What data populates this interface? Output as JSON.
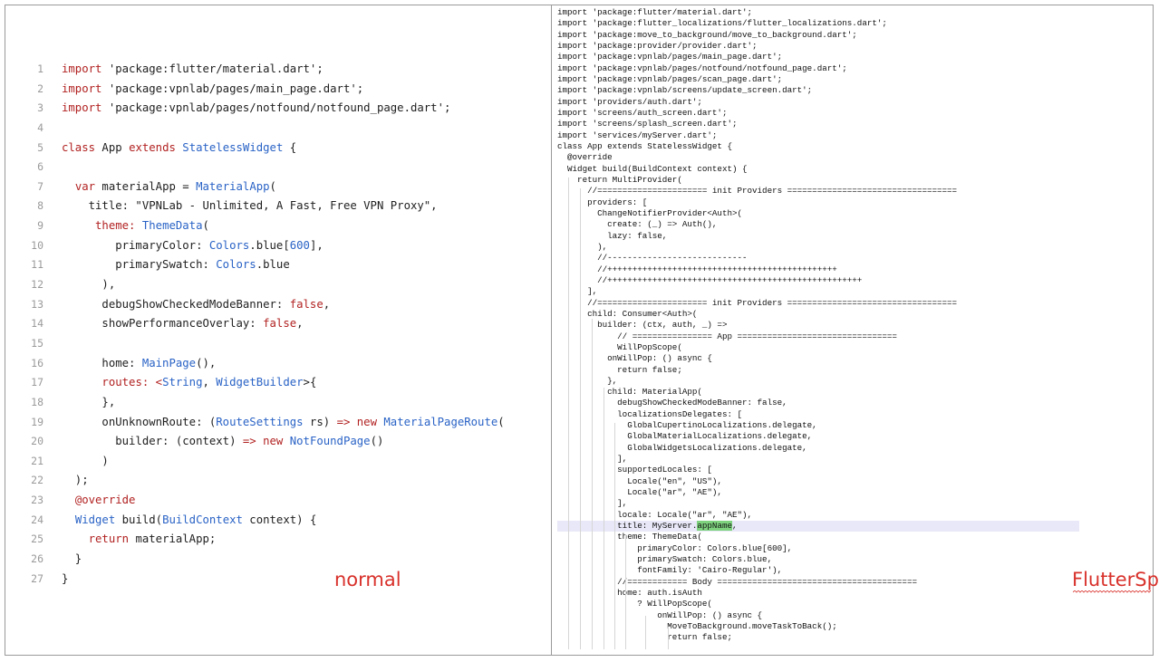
{
  "left_panel": {
    "caption": "normal",
    "lines": [
      {
        "n": "1",
        "code": "import 'package:flutter/material.dart';"
      },
      {
        "n": "2",
        "code": "import 'package:vpnlab/pages/main_page.dart';"
      },
      {
        "n": "3",
        "code": "import 'package:vpnlab/pages/notfound/notfound_page.dart';"
      },
      {
        "n": "4",
        "code": ""
      },
      {
        "n": "5",
        "code": "class App extends StatelessWidget {"
      },
      {
        "n": "6",
        "code": ""
      },
      {
        "n": "7",
        "code": "  var materialApp = MaterialApp("
      },
      {
        "n": "8",
        "code": "    title: \"VPNLab - Unlimited, A Fast, Free VPN Proxy\","
      },
      {
        "n": "9",
        "code": "     theme: ThemeData("
      },
      {
        "n": "10",
        "code": "        primaryColor: Colors.blue[600],"
      },
      {
        "n": "11",
        "code": "        primarySwatch: Colors.blue"
      },
      {
        "n": "12",
        "code": "      ),"
      },
      {
        "n": "13",
        "code": "      debugShowCheckedModeBanner: false,"
      },
      {
        "n": "14",
        "code": "      showPerformanceOverlay: false,"
      },
      {
        "n": "15",
        "code": ""
      },
      {
        "n": "16",
        "code": "      home: MainPage(),"
      },
      {
        "n": "17",
        "code": "      routes: <String, WidgetBuilder>{"
      },
      {
        "n": "18",
        "code": "      },"
      },
      {
        "n": "19",
        "code": "      onUnknownRoute: (RouteSettings rs) => new MaterialPageRoute("
      },
      {
        "n": "20",
        "code": "        builder: (context) => new NotFoundPage()"
      },
      {
        "n": "21",
        "code": "      )"
      },
      {
        "n": "22",
        "code": "  );"
      },
      {
        "n": "23",
        "code": "  @override"
      },
      {
        "n": "24",
        "code": "  Widget build(BuildContext context) {"
      },
      {
        "n": "25",
        "code": "    return materialApp;"
      },
      {
        "n": "26",
        "code": "  }"
      },
      {
        "n": "27",
        "code": "}"
      }
    ]
  },
  "right_panel": {
    "caption": "FlutterSpy",
    "highlight_word": "appName",
    "lines": [
      "import 'package:flutter/material.dart';",
      "import 'package:flutter_localizations/flutter_localizations.dart';",
      "import 'package:move_to_background/move_to_background.dart';",
      "import 'package:provider/provider.dart';",
      "import 'package:vpnlab/pages/main_page.dart';",
      "import 'package:vpnlab/pages/notfound/notfound_page.dart';",
      "import 'package:vpnlab/pages/scan_page.dart';",
      "import 'package:vpnlab/screens/update_screen.dart';",
      "import 'providers/auth.dart';",
      "import 'screens/auth_screen.dart';",
      "import 'screens/splash_screen.dart';",
      "import 'services/myServer.dart';",
      "class App extends StatelessWidget {",
      "  @override",
      "  Widget build(BuildContext context) {",
      "    return MultiProvider(",
      "      //====================== init Providers ==================================",
      "      providers: [",
      "        ChangeNotifierProvider<Auth>(",
      "          create: (_) => Auth(),",
      "          lazy: false,",
      "        ),",
      "        //----------------------------",
      "        //++++++++++++++++++++++++++++++++++++++++++++++",
      "        //+++++++++++++++++++++++++++++++++++++++++++++++++++",
      "      ],",
      "      //====================== init Providers ==================================",
      "      child: Consumer<Auth>(",
      "        builder: (ctx, auth, _) =>",
      "            // ================ App ================================",
      "            WillPopScope(",
      "          onWillPop: () async {",
      "            return false;",
      "          },",
      "          child: MaterialApp(",
      "            debugShowCheckedModeBanner: false,",
      "            localizationsDelegates: [",
      "              GlobalCupertinoLocalizations.delegate,",
      "              GlobalMaterialLocalizations.delegate,",
      "              GlobalWidgetsLocalizations.delegate,",
      "            ],",
      "            supportedLocales: [",
      "              Locale(\"en\", \"US\"),",
      "              Locale(\"ar\", \"AE\"),",
      "            ],",
      "            locale: Locale(\"ar\", \"AE\"),",
      "            title: MyServer.appName,",
      "            theme: ThemeData(",
      "                primaryColor: Colors.blue[600],",
      "                primarySwatch: Colors.blue,",
      "                fontFamily: 'Cairo-Regular'),",
      "            //============ Body ========================================",
      "            home: auth.isAuth",
      "                ? WillPopScope(",
      "                    onWillPop: () async {",
      "                      MoveToBackground.moveTaskToBack();",
      "                      return false;"
    ]
  },
  "colors": {
    "keyword": "#b22222",
    "type": "#2a63c6",
    "caption": "#d8312b",
    "highlight_line": "#e8e8f8",
    "highlight_word": "#7fd37f"
  }
}
